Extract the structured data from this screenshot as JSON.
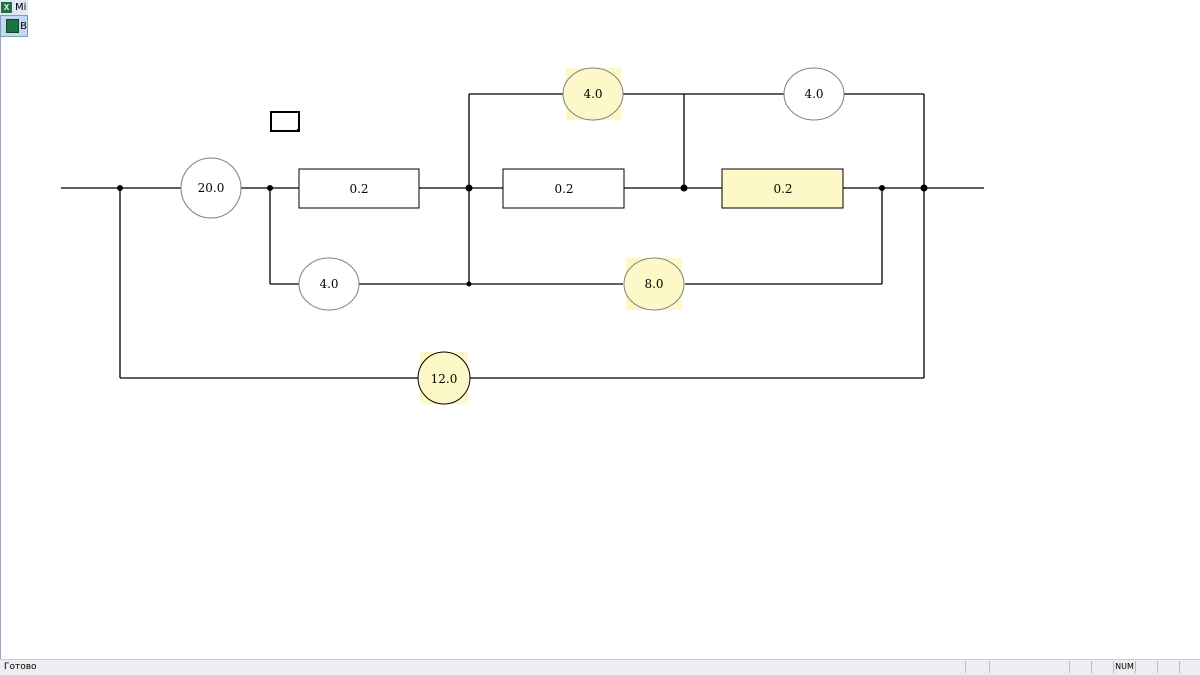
{
  "window": {
    "title": "Mi",
    "doc_label": "B"
  },
  "diagram": {
    "labels": {
      "r1": "20.0",
      "r2": "0.2",
      "r3": "4.0",
      "r4": "0.2",
      "r5": "4.0",
      "r6": "4.0",
      "r7": "0.2",
      "r8": "8.0",
      "r9": "12.0"
    },
    "colors": {
      "highlight": "#fdf8c8",
      "wire": "#000000"
    }
  },
  "status": {
    "ready": "Готово",
    "num": "NUM"
  }
}
